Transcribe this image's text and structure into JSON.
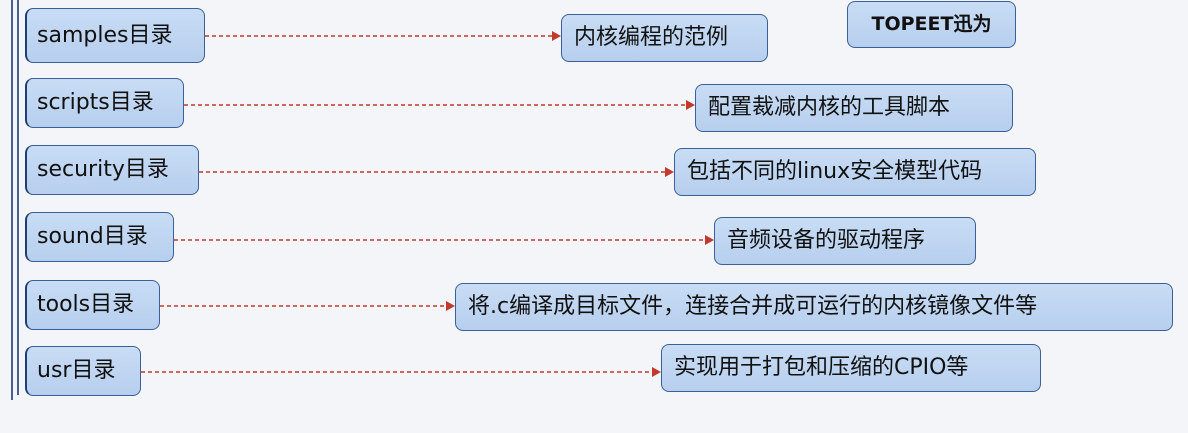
{
  "brand": "TOPEET迅为",
  "rows": [
    {
      "directory": "samples目录",
      "description": "内核编程的范例"
    },
    {
      "directory": "scripts目录",
      "description": "配置裁减内核的工具脚本"
    },
    {
      "directory": "security目录",
      "description": "包括不同的linux安全模型代码"
    },
    {
      "directory": "sound目录",
      "description": "音频设备的驱动程序"
    },
    {
      "directory": "tools目录",
      "description": "将.c编译成目标文件，连接合并成可运行的内核镜像文件等"
    },
    {
      "directory": "usr目录",
      "description": "实现用于打包和压缩的CPIO等"
    }
  ],
  "colors": {
    "background": "#f3f5f8",
    "box_fill": "#c3d8f2",
    "box_border": "#3a5f99",
    "connector": "#c23a2c",
    "trunk": "#1e3d73"
  }
}
